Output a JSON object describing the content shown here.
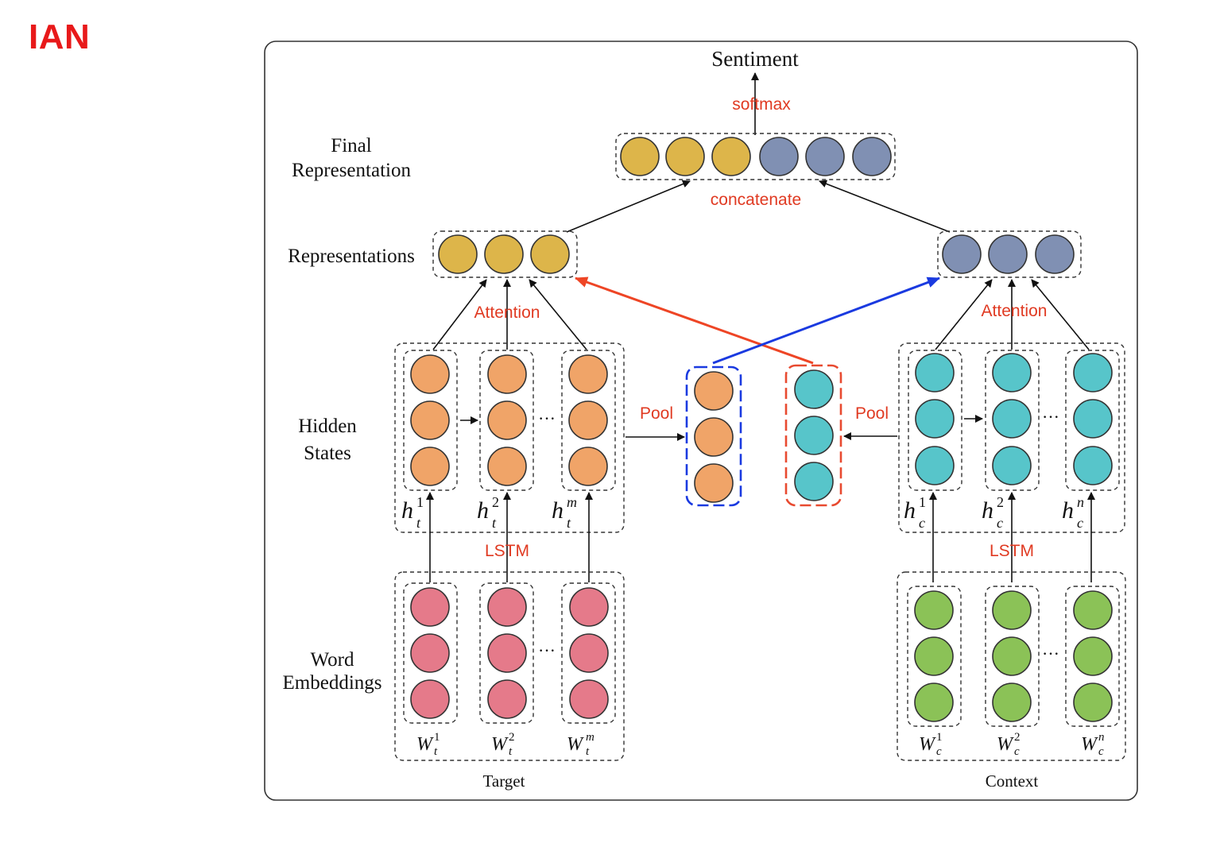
{
  "slide": {
    "title": "IAN"
  },
  "colors": {
    "accent_red": "#e03a22",
    "title_red": "#e8191a",
    "final_left": "#ddb54a",
    "final_right": "#8090b3",
    "target_hidden": "#f0a468",
    "context_hidden": "#57c5ca",
    "target_embed": "#e57a8a",
    "context_embed": "#8bc257",
    "pool_target_border": "#1a3ae0",
    "pool_context_border": "#e84a30",
    "arrow_blue": "#1a3ae0",
    "arrow_red": "#ee4525"
  },
  "diagram": {
    "output_label": "Sentiment",
    "softmax_label": "softmax",
    "concatenate_label": "concatenate",
    "attention_label": "Attention",
    "lstm_label": "LSTM",
    "pool_label": "Pool",
    "ellipsis": "···",
    "row_labels": {
      "final_line1": "Final",
      "final_line2": "Representation",
      "representations": "Representations",
      "hidden_line1": "Hidden",
      "hidden_line2": "States",
      "word_line1": "Word",
      "word_line2": "Embeddings"
    },
    "target": {
      "caption": "Target",
      "hidden_vars": [
        {
          "base": "h",
          "sup": "1",
          "sub": "t"
        },
        {
          "base": "h",
          "sup": "2",
          "sub": "t"
        },
        {
          "base": "h",
          "sup": "m",
          "sub": "t"
        }
      ],
      "word_vars": [
        {
          "base": "W",
          "sup": "1",
          "sub": "t"
        },
        {
          "base": "W",
          "sup": "2",
          "sub": "t"
        },
        {
          "base": "W",
          "sup": "m",
          "sub": "t"
        }
      ]
    },
    "context": {
      "caption": "Context",
      "hidden_vars": [
        {
          "base": "h",
          "sup": "1",
          "sub": "c"
        },
        {
          "base": "h",
          "sup": "2",
          "sub": "c"
        },
        {
          "base": "h",
          "sup": "n",
          "sub": "c"
        }
      ],
      "word_vars": [
        {
          "base": "W",
          "sup": "1",
          "sub": "c"
        },
        {
          "base": "W",
          "sup": "2",
          "sub": "c"
        },
        {
          "base": "W",
          "sup": "n",
          "sub": "c"
        }
      ]
    }
  }
}
